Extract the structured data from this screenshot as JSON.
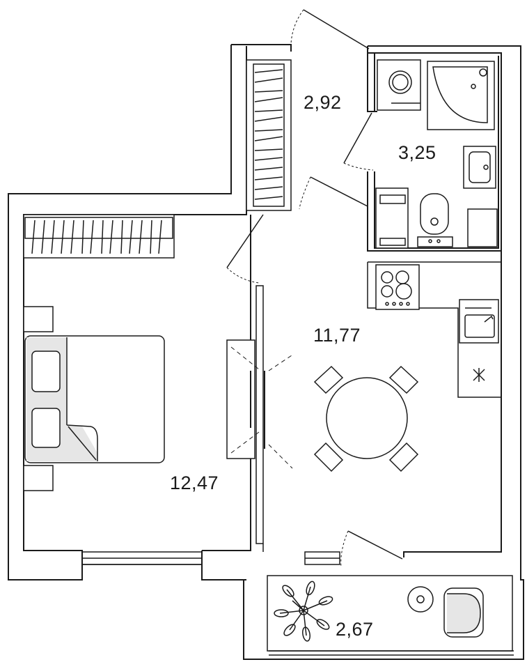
{
  "rooms": {
    "hallway": {
      "area": "2,92"
    },
    "bathroom": {
      "area": "3,25"
    },
    "kitchen_living": {
      "area": "11,77"
    },
    "bedroom": {
      "area": "12,47"
    },
    "balcony": {
      "area": "2,67"
    }
  },
  "colors": {
    "line": "#1a1a1a",
    "fill_grey": "#e6e6e6",
    "background": "#ffffff"
  },
  "icons": [
    "wardrobe-icon",
    "bed-icon",
    "pillow-icon",
    "washing-machine-icon",
    "shower-icon",
    "sink-icon",
    "toilet-icon",
    "stove-icon",
    "kitchen-sink-icon",
    "fan-icon",
    "dining-table-icon",
    "chair-icon",
    "tv-icon",
    "plant-icon",
    "armchair-icon",
    "stool-icon"
  ]
}
